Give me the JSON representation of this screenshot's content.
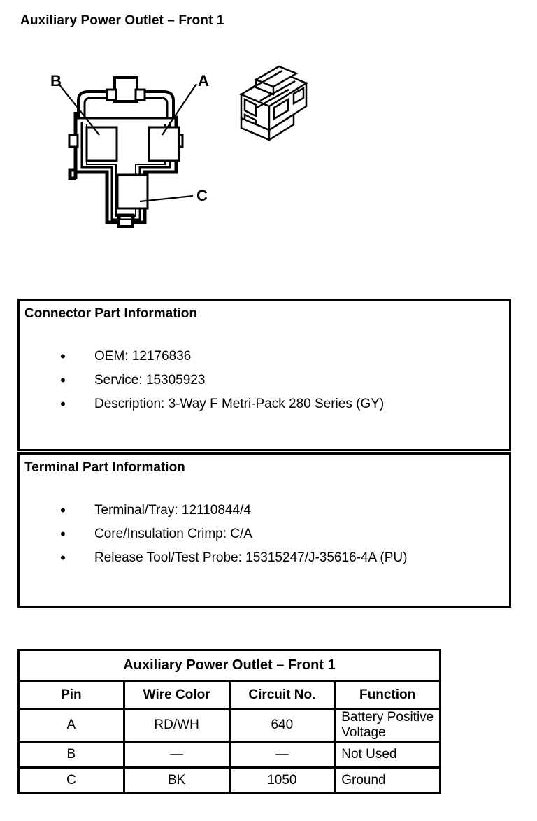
{
  "page_title": "Auxiliary Power Outlet – Front 1",
  "diagram": {
    "labels": {
      "b": "B",
      "a": "A",
      "c": "C"
    },
    "views": {
      "face_view_name": "connector-face-view",
      "isometric_view_name": "connector-isometric-view"
    },
    "line_color": "#000000",
    "fill_color": "#ffffff"
  },
  "connector_part_information": {
    "title": "Connector Part Information",
    "items": [
      {
        "bullet": "•",
        "text": "OEM: 12176836"
      },
      {
        "bullet": "•",
        "text": "Service: 15305923"
      },
      {
        "bullet": "•",
        "text": "Description: 3-Way F Metri-Pack 280 Series (GY)"
      }
    ]
  },
  "terminal_part_information": {
    "title": "Terminal Part Information",
    "items": [
      {
        "bullet": "•",
        "text": "Terminal/Tray: 12110844/4"
      },
      {
        "bullet": "•",
        "text": "Core/Insulation Crimp: C/A"
      },
      {
        "bullet": "•",
        "text": "Release Tool/Test Probe: 15315247/J-35616-4A (PU)"
      }
    ]
  },
  "pin_table": {
    "title": "Auxiliary Power Outlet – Front 1",
    "columns": [
      "Pin",
      "Wire Color",
      "Circuit No.",
      "Function"
    ],
    "rows": [
      {
        "pin": "A",
        "wire_color": "RD/WH",
        "circuit_no": "640",
        "function": "Battery Positive Voltage"
      },
      {
        "pin": "B",
        "wire_color": "—",
        "circuit_no": "—",
        "function": "Not Used"
      },
      {
        "pin": "C",
        "wire_color": "BK",
        "circuit_no": "1050",
        "function": "Ground"
      }
    ]
  }
}
